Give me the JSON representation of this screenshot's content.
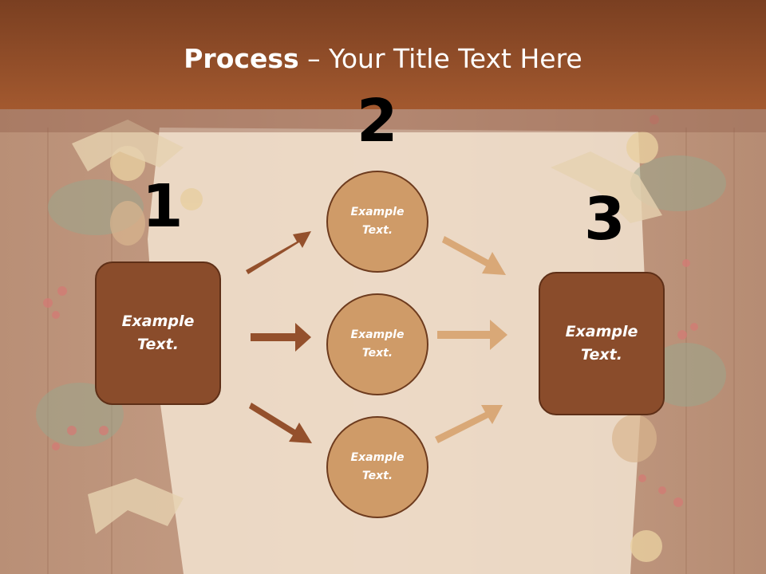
{
  "title": {
    "bold": "Process",
    "rest": " – Your Title Text Here"
  },
  "steps": {
    "one": "1",
    "two": "2",
    "three": "3"
  },
  "left_box": {
    "text": "Example\nText."
  },
  "right_box": {
    "text": "Example\nText."
  },
  "circles": [
    {
      "text": "Example\nText."
    },
    {
      "text": "Example\nText."
    },
    {
      "text": "Example\nText."
    }
  ],
  "colors": {
    "header": "#a3592f",
    "box_fill": "#8a4c2b",
    "circle_fill": "#cf9b68",
    "arrow_dark": "#94502c",
    "arrow_light": "#d9a877"
  }
}
